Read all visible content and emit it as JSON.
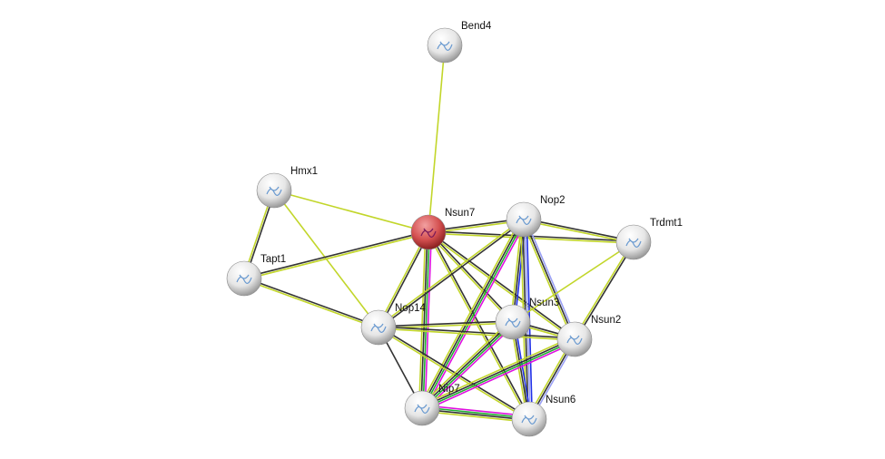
{
  "colors": {
    "dark": "#333333",
    "yellowgreen": "#c2d62a",
    "magenta": "#e010e0",
    "green": "#20b030",
    "blue": "#2030e8",
    "lightblue": "#9aa0f5",
    "query_node": "#d45050",
    "node": "#e8e8e8"
  },
  "query_protein": "Nsun7",
  "nodes": [
    {
      "id": "Bend4",
      "label": "Bend4"
    },
    {
      "id": "Hmx1",
      "label": "Hmx1"
    },
    {
      "id": "Nsun7",
      "label": "Nsun7"
    },
    {
      "id": "Nop2",
      "label": "Nop2"
    },
    {
      "id": "Trdmt1",
      "label": "Trdmt1"
    },
    {
      "id": "Tapt1",
      "label": "Tapt1"
    },
    {
      "id": "Nop14",
      "label": "Nop14"
    },
    {
      "id": "Nsun3",
      "label": "Nsun3"
    },
    {
      "id": "Nsun2",
      "label": "Nsun2"
    },
    {
      "id": "Nip7",
      "label": "Nip7"
    },
    {
      "id": "Nsun6",
      "label": "Nsun6"
    }
  ],
  "edges": [
    {
      "source": "Bend4",
      "target": "Nsun7",
      "colors": [
        "yellowgreen"
      ]
    },
    {
      "source": "Hmx1",
      "target": "Nsun7",
      "colors": [
        "yellowgreen"
      ]
    },
    {
      "source": "Hmx1",
      "target": "Tapt1",
      "colors": [
        "dark",
        "yellowgreen"
      ]
    },
    {
      "source": "Hmx1",
      "target": "Nop14",
      "colors": [
        "yellowgreen"
      ]
    },
    {
      "source": "Tapt1",
      "target": "Nsun7",
      "colors": [
        "dark",
        "yellowgreen"
      ]
    },
    {
      "source": "Tapt1",
      "target": "Nop14",
      "colors": [
        "dark",
        "yellowgreen"
      ]
    },
    {
      "source": "Nsun7",
      "target": "Nop2",
      "colors": [
        "dark",
        "yellowgreen"
      ]
    },
    {
      "source": "Nsun7",
      "target": "Trdmt1",
      "colors": [
        "dark",
        "yellowgreen"
      ]
    },
    {
      "source": "Nsun7",
      "target": "Nop14",
      "colors": [
        "dark",
        "yellowgreen"
      ]
    },
    {
      "source": "Nsun7",
      "target": "Nip7",
      "colors": [
        "magenta",
        "green",
        "dark",
        "yellowgreen"
      ]
    },
    {
      "source": "Nsun7",
      "target": "Nsun3",
      "colors": [
        "dark",
        "yellowgreen"
      ]
    },
    {
      "source": "Nsun7",
      "target": "Nsun2",
      "colors": [
        "dark",
        "yellowgreen"
      ]
    },
    {
      "source": "Nsun7",
      "target": "Nsun6",
      "colors": [
        "dark",
        "yellowgreen"
      ]
    },
    {
      "source": "Nop2",
      "target": "Trdmt1",
      "colors": [
        "dark",
        "yellowgreen"
      ]
    },
    {
      "source": "Nop2",
      "target": "Nop14",
      "colors": [
        "dark",
        "yellowgreen"
      ]
    },
    {
      "source": "Nop2",
      "target": "Nsun3",
      "colors": [
        "blue",
        "dark",
        "yellowgreen"
      ]
    },
    {
      "source": "Nop2",
      "target": "Nsun2",
      "colors": [
        "lightblue",
        "dark",
        "yellowgreen"
      ]
    },
    {
      "source": "Nop2",
      "target": "Nip7",
      "colors": [
        "magenta",
        "green",
        "dark",
        "yellowgreen"
      ]
    },
    {
      "source": "Nop2",
      "target": "Nsun6",
      "colors": [
        "blue",
        "lightblue",
        "dark",
        "yellowgreen"
      ]
    },
    {
      "source": "Trdmt1",
      "target": "Nsun3",
      "colors": [
        "yellowgreen"
      ]
    },
    {
      "source": "Trdmt1",
      "target": "Nsun2",
      "colors": [
        "dark",
        "yellowgreen"
      ]
    },
    {
      "source": "Nop14",
      "target": "Nsun3",
      "colors": [
        "dark",
        "yellowgreen"
      ]
    },
    {
      "source": "Nop14",
      "target": "Nsun2",
      "colors": [
        "dark",
        "yellowgreen"
      ]
    },
    {
      "source": "Nop14",
      "target": "Nip7",
      "colors": [
        "dark"
      ]
    },
    {
      "source": "Nop14",
      "target": "Nsun6",
      "colors": [
        "dark",
        "yellowgreen"
      ]
    },
    {
      "source": "Nsun3",
      "target": "Nip7",
      "colors": [
        "magenta",
        "green",
        "dark",
        "yellowgreen"
      ]
    },
    {
      "source": "Nsun3",
      "target": "Nsun6",
      "colors": [
        "blue",
        "dark",
        "yellowgreen"
      ]
    },
    {
      "source": "Nsun3",
      "target": "Nsun2",
      "colors": [
        "dark",
        "yellowgreen"
      ]
    },
    {
      "source": "Nsun2",
      "target": "Nip7",
      "colors": [
        "magenta",
        "green",
        "dark",
        "yellowgreen"
      ]
    },
    {
      "source": "Nsun2",
      "target": "Nsun6",
      "colors": [
        "lightblue",
        "dark",
        "yellowgreen"
      ]
    },
    {
      "source": "Nip7",
      "target": "Nsun6",
      "colors": [
        "magenta",
        "green",
        "dark",
        "yellowgreen"
      ]
    }
  ]
}
